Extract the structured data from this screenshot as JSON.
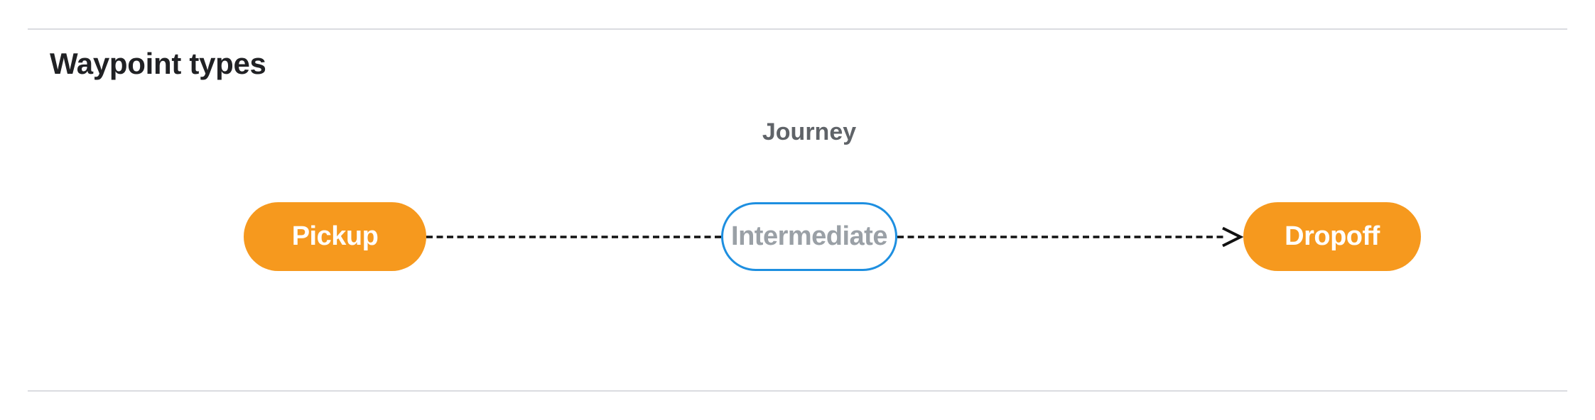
{
  "section": {
    "title": "Waypoint types"
  },
  "diagram": {
    "group_label": "Journey",
    "nodes": [
      {
        "id": "pickup",
        "label": "Pickup",
        "type": "terminal"
      },
      {
        "id": "intermediate",
        "label": "Intermediate",
        "type": "intermediate"
      },
      {
        "id": "dropoff",
        "label": "Dropoff",
        "type": "terminal"
      }
    ],
    "edges": [
      {
        "from": "pickup",
        "to": "intermediate",
        "style": "dashed",
        "arrowhead": false
      },
      {
        "from": "intermediate",
        "to": "dropoff",
        "style": "dashed",
        "arrowhead": true
      }
    ],
    "colors": {
      "terminal_fill": "#F6991E",
      "terminal_text": "#FFFFFF",
      "intermediate_border": "#1E8FE0",
      "intermediate_text": "#9AA0A6",
      "connector": "#111111",
      "group_label_text": "#5F6368",
      "title_text": "#202124",
      "divider": "#DADCE0"
    }
  }
}
